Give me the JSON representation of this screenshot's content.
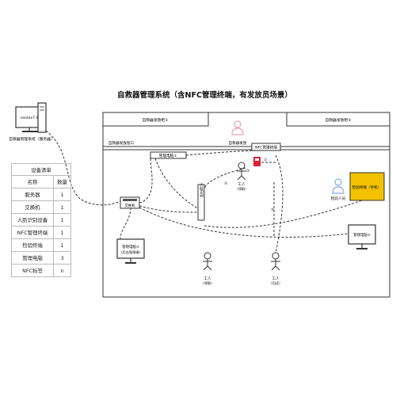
{
  "title": "自救器管理系统（含NFC管理终端，有发放员场景）",
  "server": {
    "screen_text": "centos7.9",
    "caption": "自救器管理系统（服务器）"
  },
  "equipment": {
    "caption": "设备清单",
    "headers": [
      "名称",
      "数量"
    ],
    "rows": [
      [
        "服务器",
        "1"
      ],
      [
        "交换机",
        "1"
      ],
      [
        "人脸识别设备",
        "1"
      ],
      [
        "NFC管理终端",
        "1"
      ],
      [
        "检验终端",
        "1"
      ],
      [
        "管理电脑",
        "3"
      ],
      [
        "NFC标签",
        "n"
      ]
    ]
  },
  "labels": {
    "shelf_left": "自救器发放柜①",
    "shelf_right": "自救器发放柜②",
    "window": "自救器发放窗口",
    "issue_desk": "自救器发放",
    "nfc_terminal": "NFC管理终端",
    "pc_top": "管理电脑①",
    "switch": "交换机",
    "face_device": "人脸识别",
    "pc_left_line1": "管理电脑③",
    "pc_left_line2": "（后台管理端）",
    "pc_right": "管理电脑②",
    "inspect_terminal": "检验终端（手机）",
    "inspector": "检验人员",
    "worker_top_name": "工人",
    "worker_top_role": "（领取）",
    "worker_bottom_left_name": "工人",
    "worker_bottom_left_role": "（领取）",
    "worker_bottom_right_name": "工人",
    "worker_bottom_right_role": "（归还）",
    "step1": "①",
    "step2": "②",
    "step3": "③",
    "step4": "④",
    "switch_panel": "▮▮▮▮▮▮▮"
  },
  "colors": {
    "accent_yellow": "#f2c200",
    "nfc_red": "#d9213a",
    "staff_pink": "#e8a0b4",
    "staff_blue": "#8fa9e0",
    "line": "#333333"
  },
  "icons": {
    "server": "desktop-computer-icon",
    "pc": "monitor-icon",
    "person": "stick-figure-icon",
    "staff": "person-icon",
    "nfc": "nfc-reader-icon"
  }
}
